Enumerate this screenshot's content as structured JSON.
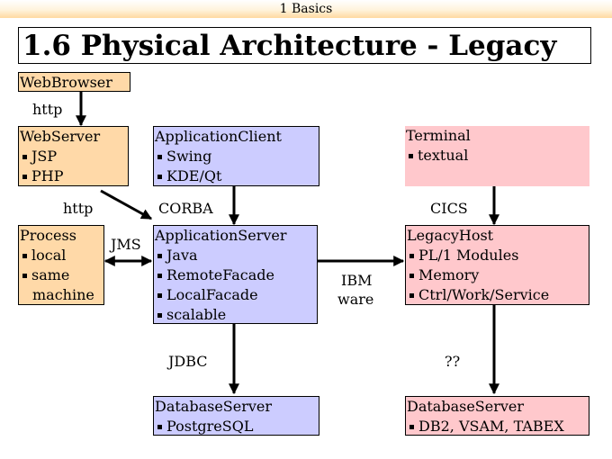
{
  "header": {
    "section": "1 Basics"
  },
  "title": "1.6 Physical Architecture - Legacy",
  "nodes": {
    "web_browser": {
      "title": "WebBrowser",
      "items": []
    },
    "web_server": {
      "title": "WebServer",
      "items": [
        "JSP",
        "PHP"
      ]
    },
    "application_client": {
      "title": "ApplicationClient",
      "items": [
        "Swing",
        "KDE/Qt"
      ]
    },
    "terminal": {
      "title": "Terminal",
      "items": [
        "textual"
      ]
    },
    "process": {
      "title": "Process",
      "items": [
        "local",
        "same",
        "machine"
      ]
    },
    "application_server": {
      "title": "ApplicationServer",
      "items": [
        "Java",
        "RemoteFacade",
        "LocalFacade",
        "scalable"
      ]
    },
    "legacy_host": {
      "title": "LegacyHost",
      "items": [
        "PL/1 Modules",
        "Memory",
        "Ctrl/Work/Service"
      ]
    },
    "database_server_1": {
      "title": "DatabaseServer",
      "items": [
        "PostgreSQL"
      ]
    },
    "database_server_2": {
      "title": "DatabaseServer",
      "items": [
        "DB2, VSAM, TABEX"
      ]
    }
  },
  "edge_labels": {
    "http_top": "http",
    "http_mid": "http",
    "corba": "CORBA",
    "cics": "CICS",
    "jms": "JMS",
    "ibm_line1": "IBM",
    "ibm_line2": "ware",
    "jdbc": "JDBC",
    "unknown": "??"
  },
  "colors": {
    "client_tier": "#ffd9a8",
    "app_tier": "#ccccff",
    "legacy_tier": "#ffc8cc"
  }
}
